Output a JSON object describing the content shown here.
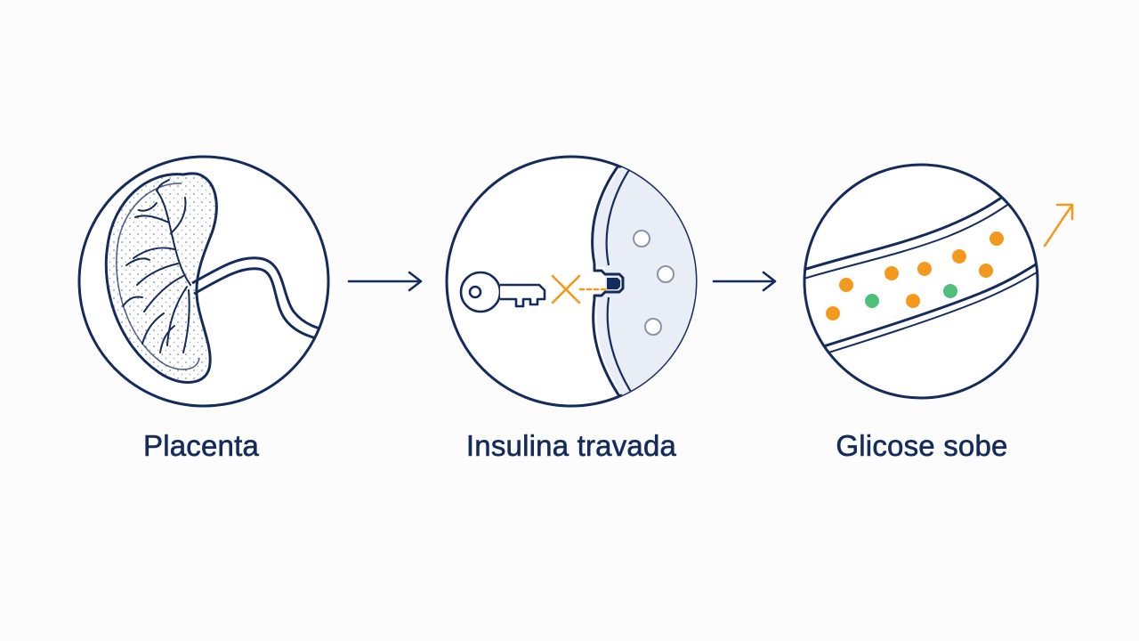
{
  "colors": {
    "ink": "#142c5c",
    "orange": "#f39a1e",
    "green": "#4fbf7d",
    "cell_fill": "#e8edf6",
    "background": "#fcfcfd"
  },
  "steps": [
    {
      "label": "Placenta",
      "icon": "placenta-icon"
    },
    {
      "label": "Insulina travada",
      "icon": "key-blocked-receptor-icon"
    },
    {
      "label": "Glicose sobe",
      "icon": "blood-vessel-glucose-icon"
    }
  ],
  "connectors": [
    "arrow-right-icon",
    "arrow-right-icon"
  ],
  "glucose_trend_icon": "arrow-up-right-icon"
}
